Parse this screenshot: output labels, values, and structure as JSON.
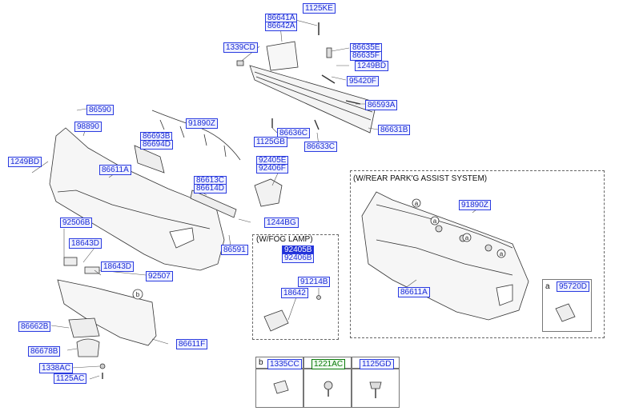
{
  "sections": {
    "fog_lamp_title": "(W/FOG LAMP)",
    "park_assist_title": "(W/REAR PARK'G ASSIST SYSTEM)"
  },
  "callouts": {
    "b": "b",
    "a": "a"
  },
  "parts": {
    "p1125KE": "1125KE",
    "p86641A": "86641A",
    "p86642A": "86642A",
    "p1339CD": "1339CD",
    "p86635E": "86635E",
    "p86635F": "86635F",
    "p1249BD_top": "1249BD",
    "p95420F": "95420F",
    "p86593A": "86593A",
    "p86636C": "86636C",
    "p1125GB": "1125GB",
    "p86633C": "86633C",
    "p86631B": "86631B",
    "p86590": "86590",
    "p98890": "98890",
    "p91890Z": "91890Z",
    "p86693B": "86693B",
    "p86694D": "86694D",
    "p1249BD_left": "1249BD",
    "p86611A": "86611A",
    "p92405E": "92405E",
    "p92406F": "92406F",
    "p86613C": "86613C",
    "p86614D": "86614D",
    "p1244BG": "1244BG",
    "p92506B": "92506B",
    "p18643D_a": "18643D",
    "p86591": "86591",
    "p18643D_b": "18643D",
    "p92507": "92507",
    "p92405B": "92405B",
    "p92406B": "92406B",
    "p91214B": "91214B",
    "p18642": "18642",
    "p86662B": "86662B",
    "p86611F": "86611F",
    "p86678B": "86678B",
    "p1338AC": "1338AC",
    "p1125AC": "1125AC",
    "p91890Z_r": "91890Z",
    "p86611A_r": "86611A",
    "p95720D": "95720D",
    "p1335CC": "1335CC",
    "p1221AC": "1221AC",
    "p1125GD": "1125GD"
  },
  "colors": {
    "label_text": "#1a2bd6",
    "highlight_bg": "#2030d8",
    "green_label": "#0a7a0a",
    "line": "#222222"
  }
}
